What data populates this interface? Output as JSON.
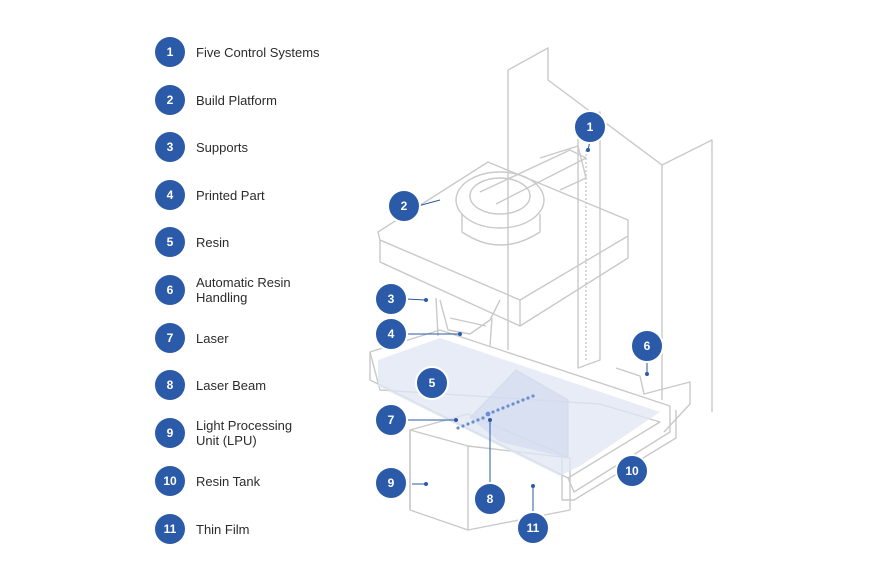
{
  "legend": [
    {
      "number": "1",
      "label": "Five Control Systems"
    },
    {
      "number": "2",
      "label": "Build Platform"
    },
    {
      "number": "3",
      "label": "Supports"
    },
    {
      "number": "4",
      "label": "Printed Part"
    },
    {
      "number": "5",
      "label": "Resin"
    },
    {
      "number": "6",
      "label": "Automatic Resin\nHandling"
    },
    {
      "number": "7",
      "label": "Laser"
    },
    {
      "number": "8",
      "label": "Laser Beam"
    },
    {
      "number": "9",
      "label": "Light Processing\nUnit (LPU)"
    },
    {
      "number": "10",
      "label": "Resin Tank"
    },
    {
      "number": "11",
      "label": "Thin Film"
    }
  ],
  "callouts": [
    "1",
    "2",
    "3",
    "4",
    "5",
    "6",
    "7",
    "8",
    "9",
    "10",
    "11"
  ],
  "colors": {
    "badge": "#2a5aa8",
    "line": "#c9c9c9",
    "resin": "#dfe6f4",
    "laser": "#6a8fd0"
  }
}
